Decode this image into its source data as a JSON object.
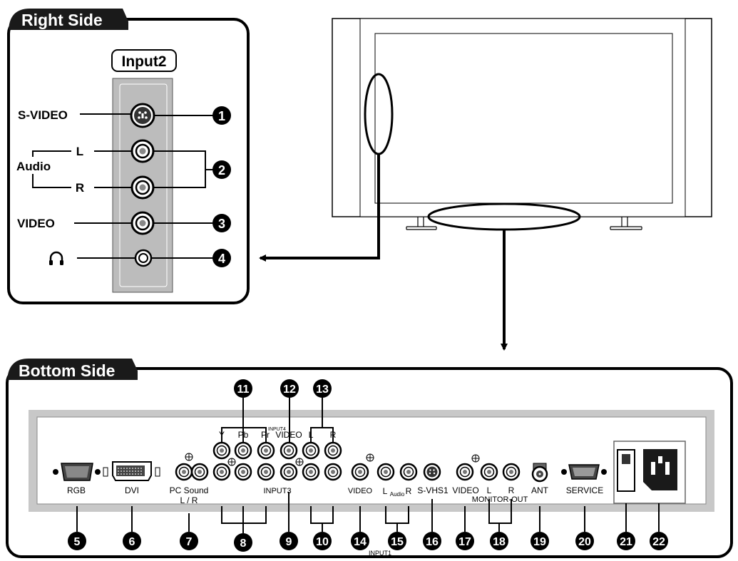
{
  "right_panel": {
    "title": "Right Side",
    "input_label": "Input2",
    "labels": {
      "svideo": "S-VIDEO",
      "audio": "Audio",
      "l": "L",
      "r": "R",
      "video": "VIDEO"
    },
    "numbers": [
      "1",
      "2",
      "3",
      "4"
    ]
  },
  "bottom_panel": {
    "title": "Bottom Side",
    "labels": {
      "rgb": "RGB",
      "dvi": "DVI",
      "pc_sound": "PC Sound",
      "pc_lr": "L / R",
      "y": "Y",
      "pb": "Pb",
      "pr": "Pr",
      "input4": "INPUT4",
      "video_top": "VIDEO",
      "l_top": "L",
      "r_top": "R",
      "input3": "INPUT3",
      "video1": "VIDEO",
      "l_audio": "L",
      "audio_small": "Audio",
      "r_audio": "R",
      "svhs1": "S-VHS1",
      "video_mon": "VIDEO",
      "l_mon": "L",
      "r_mon": "R",
      "monitor_out": "MONITOR-OUT",
      "ant": "ANT",
      "service": "SERVICE",
      "input1": "INPUT1"
    },
    "top_numbers": [
      "11",
      "12",
      "13"
    ],
    "bottom_numbers": [
      "5",
      "6",
      "7",
      "8",
      "9",
      "10",
      "14",
      "15",
      "16",
      "17",
      "18",
      "19",
      "20",
      "21",
      "22"
    ]
  }
}
